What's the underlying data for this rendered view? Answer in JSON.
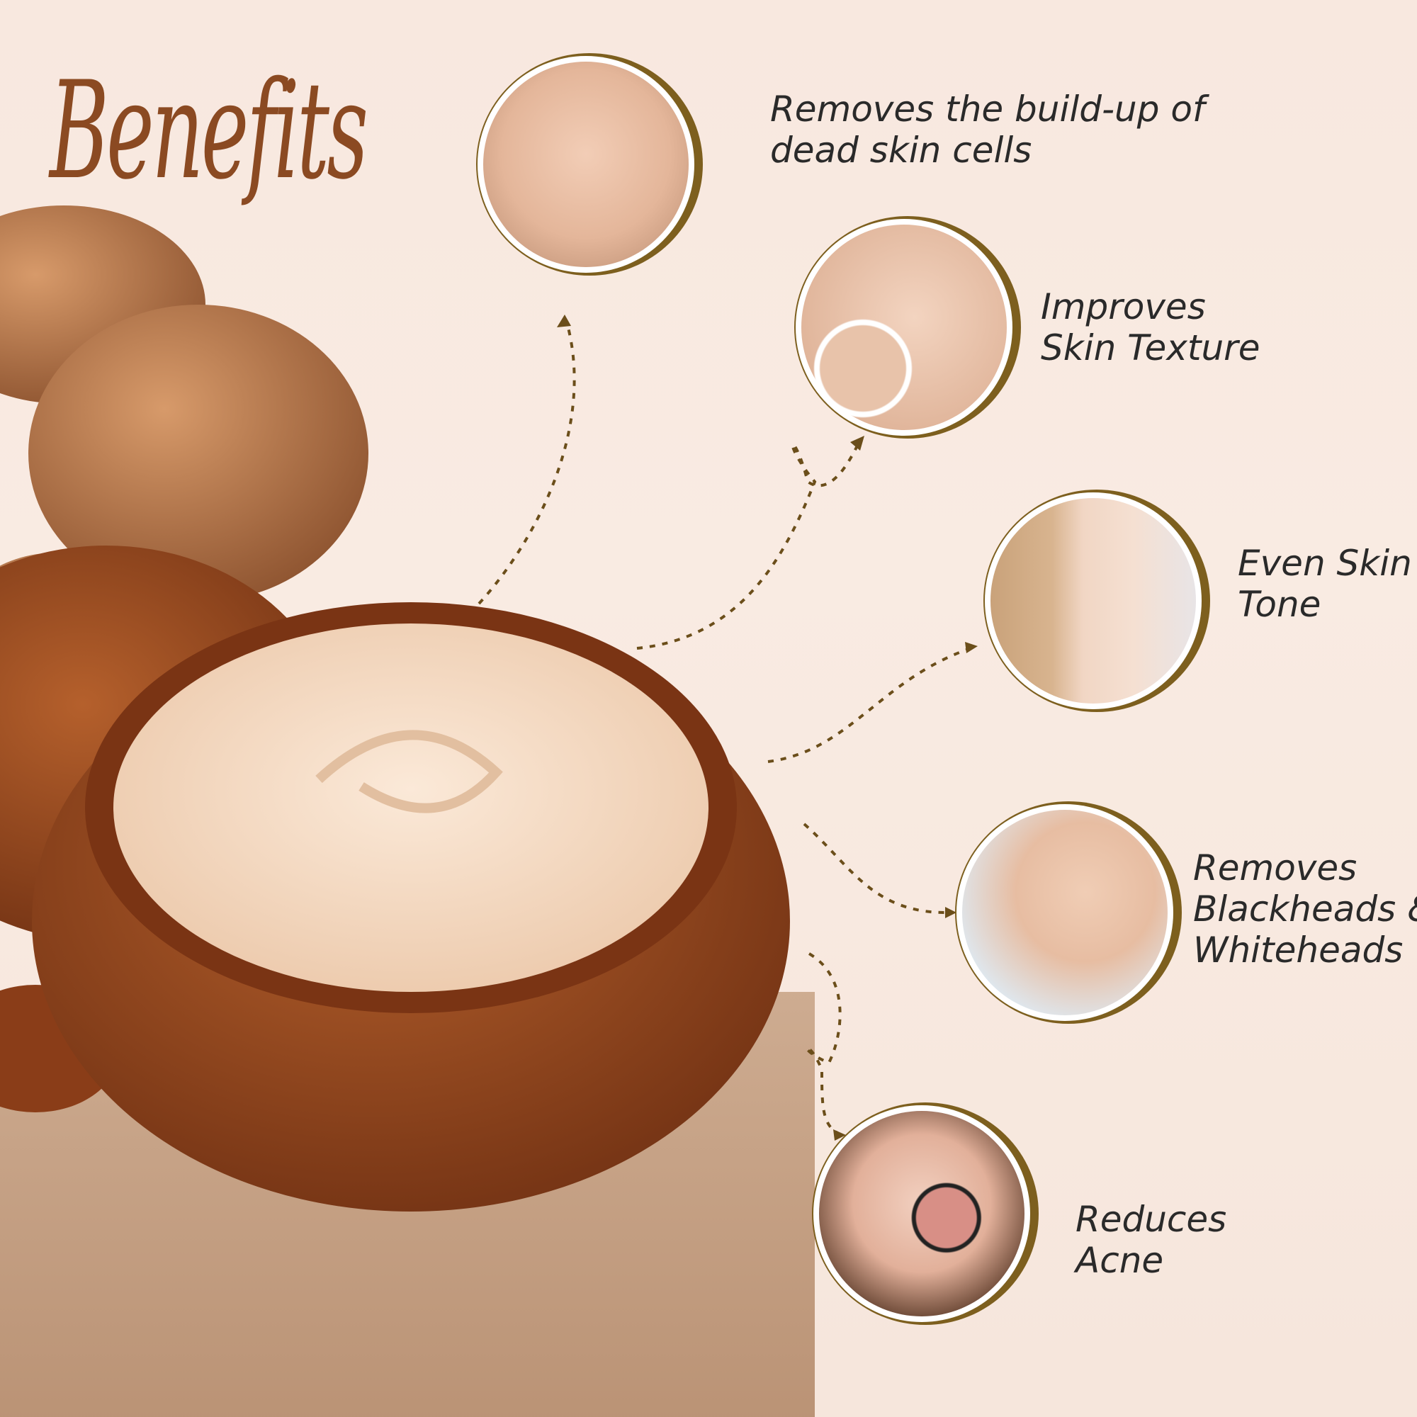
{
  "title": "Benefits",
  "colors": {
    "title": "#8b4a22",
    "ring": "#7d5f1e",
    "arrow": "#6b4e1a",
    "text": "#2a2a2a"
  },
  "benefits": [
    {
      "lines": [
        "Removes the build-up of",
        "dead skin cells"
      ],
      "image": "woman-touching-face-photo"
    },
    {
      "lines": [
        "Improves",
        "Skin Texture"
      ],
      "image": "dry-skin-closeup-photo"
    },
    {
      "lines": [
        "Even Skin",
        "Tone"
      ],
      "image": "face-contour-arrows-photo"
    },
    {
      "lines": [
        "Removes",
        "Blackheads &",
        "Whiteheads"
      ],
      "image": "woman-squeezing-nose-photo"
    },
    {
      "lines": [
        "Reduces",
        "Acne"
      ],
      "image": "magnifier-acne-photo"
    }
  ]
}
